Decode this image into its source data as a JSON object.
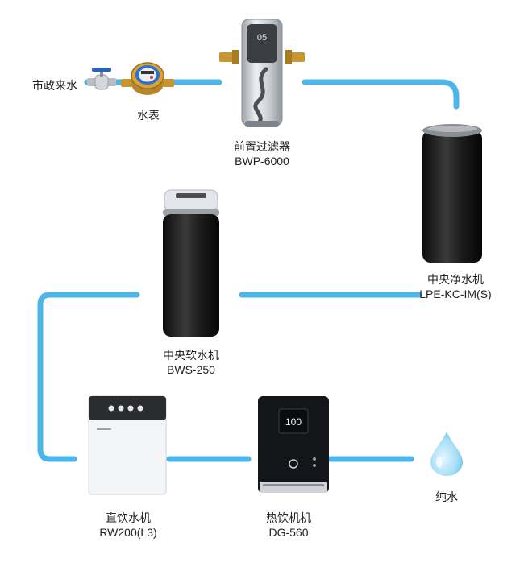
{
  "colors": {
    "pipe": "#4db5ea",
    "text": "#222222",
    "tank_dark": "#1a1a1a",
    "filter_silver": "#c9ccd1",
    "brass": "#c8962e",
    "drop": "#8fd2f4"
  },
  "nodes": {
    "municipal": {
      "name": "市政来水"
    },
    "meter": {
      "name": "水表"
    },
    "prefilter": {
      "name": "前置过滤器",
      "model": "BWP-6000",
      "display": "05"
    },
    "purifier": {
      "name": "中央净水机",
      "model": "LPE-KC-IM(S)"
    },
    "softener": {
      "name": "中央软水机",
      "model": "BWS-250"
    },
    "drinker": {
      "name": "直饮水机",
      "model": "RW200(L3)"
    },
    "heater": {
      "name": "热饮机机",
      "model": "DG-560",
      "display": "100"
    },
    "pure": {
      "name": "纯水"
    }
  },
  "icons": [
    "valve-icon",
    "water-meter-icon",
    "prefilter-icon",
    "purifier-tank-icon",
    "softener-tank-icon",
    "drinking-machine-icon",
    "hot-drink-machine-icon",
    "water-drop-icon"
  ]
}
